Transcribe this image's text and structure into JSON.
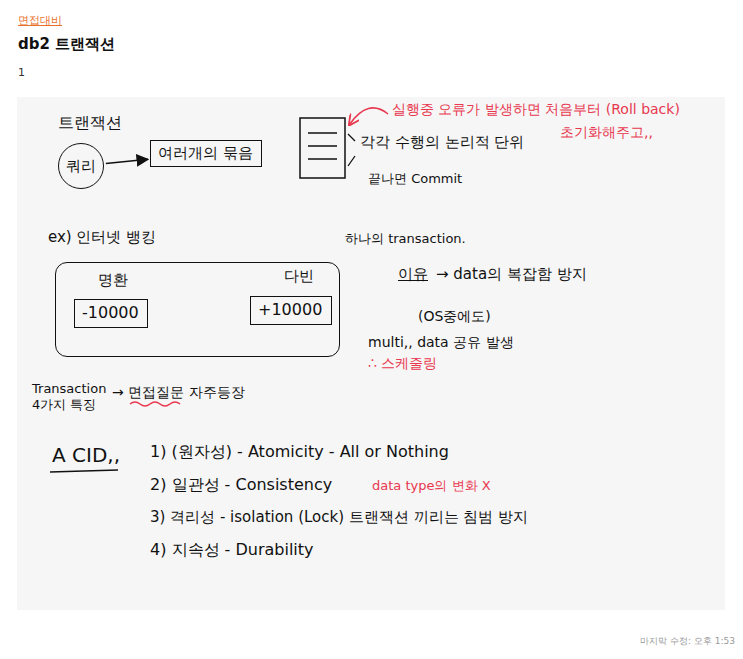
{
  "diagram": {
    "title": "db2 트랜잭션",
    "nodes": [
      {
        "text": [
          "쿼리"
        ]
      },
      {
        "text": [
          "여러개의 묶음"
        ]
      },
      {
        "text": [
          "명환",
          "다빈"
        ]
      },
      {
        "text": [
          "-10000"
        ],
        "in": 2
      },
      {
        "text": [
          "+10000"
        ],
        "in": 2
      }
    ],
    "edges": [
      {
        "from": 0,
        "to": 1,
        "arrow": "to"
      }
    ],
    "labels": [
      "면접대비",
      "1",
      "트랜잭션",
      "실행중 오류가 발생하면 처음부터 (Roll back)",
      "초기화해주고,,",
      "각각 수행의 논리적 단위",
      "끝나면 Commit",
      "ex) 인터넷 뱅킹",
      "하나의 transaction.",
      "이유",
      "→ data의 복잡함 방지",
      "(OS중에도)",
      "multi,, data 공유 발생",
      "∴ 스케줄링",
      "Transaction 4가지 특징",
      "→ 면접질문 자주등장",
      "A CID,,",
      "1) (원자성) - Atomicity - All or Nothing",
      "2) 일관성 - Consistency",
      "data type의 변화 X",
      "3) 격리성 - isolation (Lock) 트랜잭션 끼리는 침범 방지",
      "4) 지속성 - Durability",
      "마지막 수정: 오후 1:53"
    ]
  }
}
